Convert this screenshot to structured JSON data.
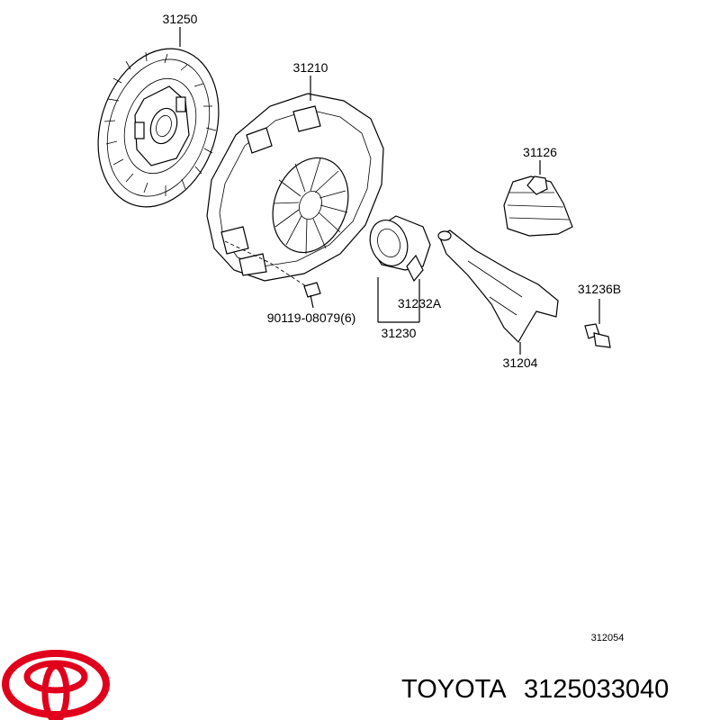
{
  "diagram": {
    "part_labels": {
      "clutch_disc": "31250",
      "pressure_plate": "31210",
      "boot": "31126",
      "bolt": "90119-08079(6)",
      "bearing_hub": "31232A",
      "bearing_assembly": "31230",
      "fork": "31204",
      "pivot_stud": "31236B"
    },
    "drawing_ref": "312054"
  },
  "footer": {
    "brand_name": "TOYOTA",
    "part_number": "3125033040",
    "logo_color": "#e0001b"
  }
}
